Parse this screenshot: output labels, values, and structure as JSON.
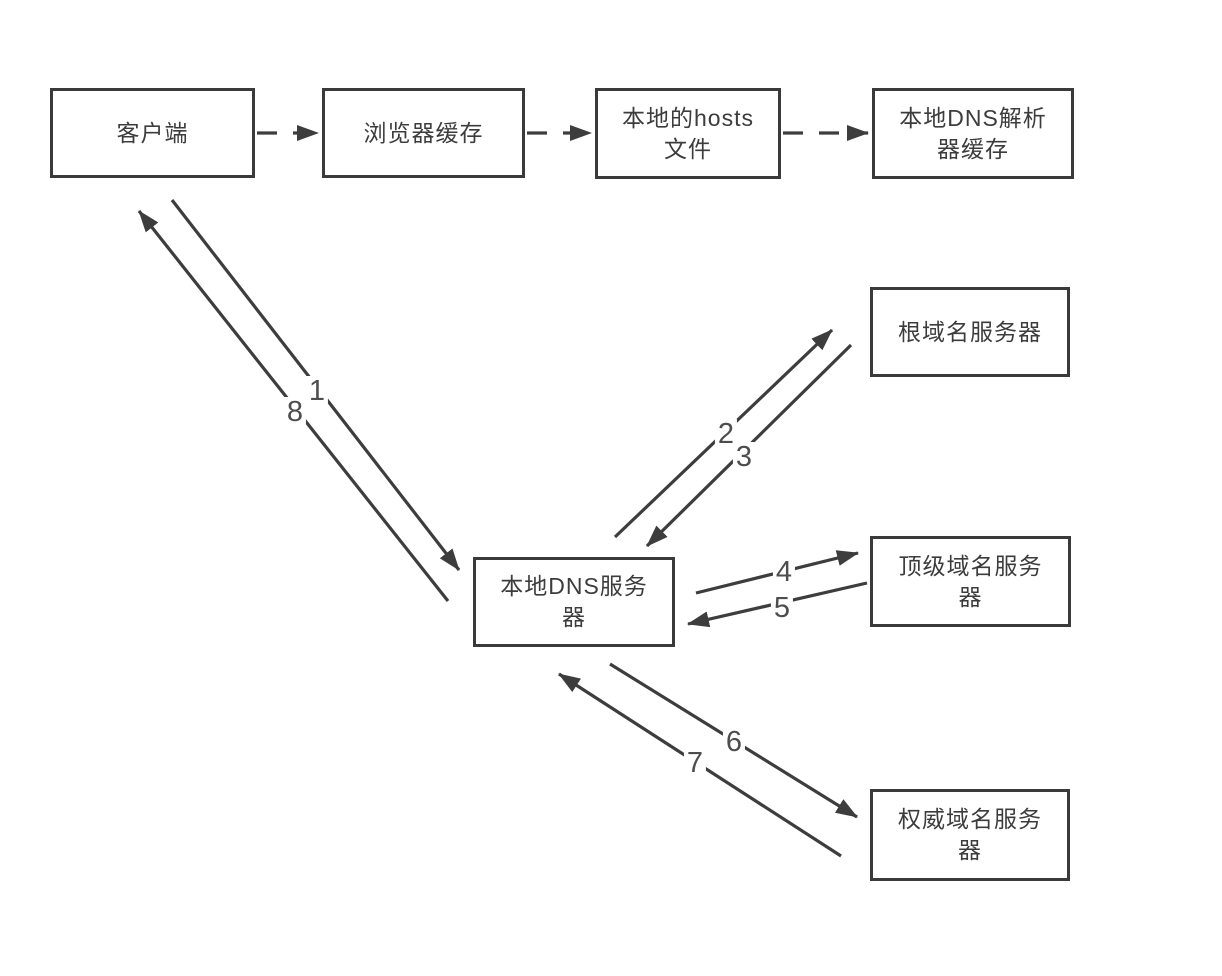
{
  "diagram_type": "dns-resolution-flow",
  "colors": {
    "background": "#ffffff",
    "box_border": "#3a3a3a",
    "box_fill": "#ffffff",
    "box_text": "#3c3c3c",
    "arrow_line": "#3d3d3d",
    "edge_label_text": "#4d4d4d"
  },
  "nodes": {
    "client": {
      "label": "客户端"
    },
    "browser_cache": {
      "label": "浏览器缓存"
    },
    "hosts_file": {
      "label": "本地的hosts\n文件"
    },
    "resolver_cache": {
      "label": "本地DNS解析\n器缓存"
    },
    "local_dns": {
      "label": "本地DNS服务\n器"
    },
    "root_dns": {
      "label": "根域名服务器"
    },
    "tld_dns": {
      "label": "顶级域名服务\n器"
    },
    "auth_dns": {
      "label": "权威域名服务\n器"
    }
  },
  "edges": {
    "dashed": [
      {
        "from": "client",
        "to": "browser_cache"
      },
      {
        "from": "browser_cache",
        "to": "hosts_file"
      },
      {
        "from": "hosts_file",
        "to": "resolver_cache"
      }
    ],
    "numbered": [
      {
        "label": "1",
        "from": "client",
        "to": "local_dns"
      },
      {
        "label": "2",
        "from": "local_dns",
        "to": "root_dns"
      },
      {
        "label": "3",
        "from": "root_dns",
        "to": "local_dns"
      },
      {
        "label": "4",
        "from": "local_dns",
        "to": "tld_dns"
      },
      {
        "label": "5",
        "from": "tld_dns",
        "to": "local_dns"
      },
      {
        "label": "6",
        "from": "local_dns",
        "to": "auth_dns"
      },
      {
        "label": "7",
        "from": "auth_dns",
        "to": "local_dns"
      },
      {
        "label": "8",
        "from": "local_dns",
        "to": "client"
      }
    ]
  }
}
